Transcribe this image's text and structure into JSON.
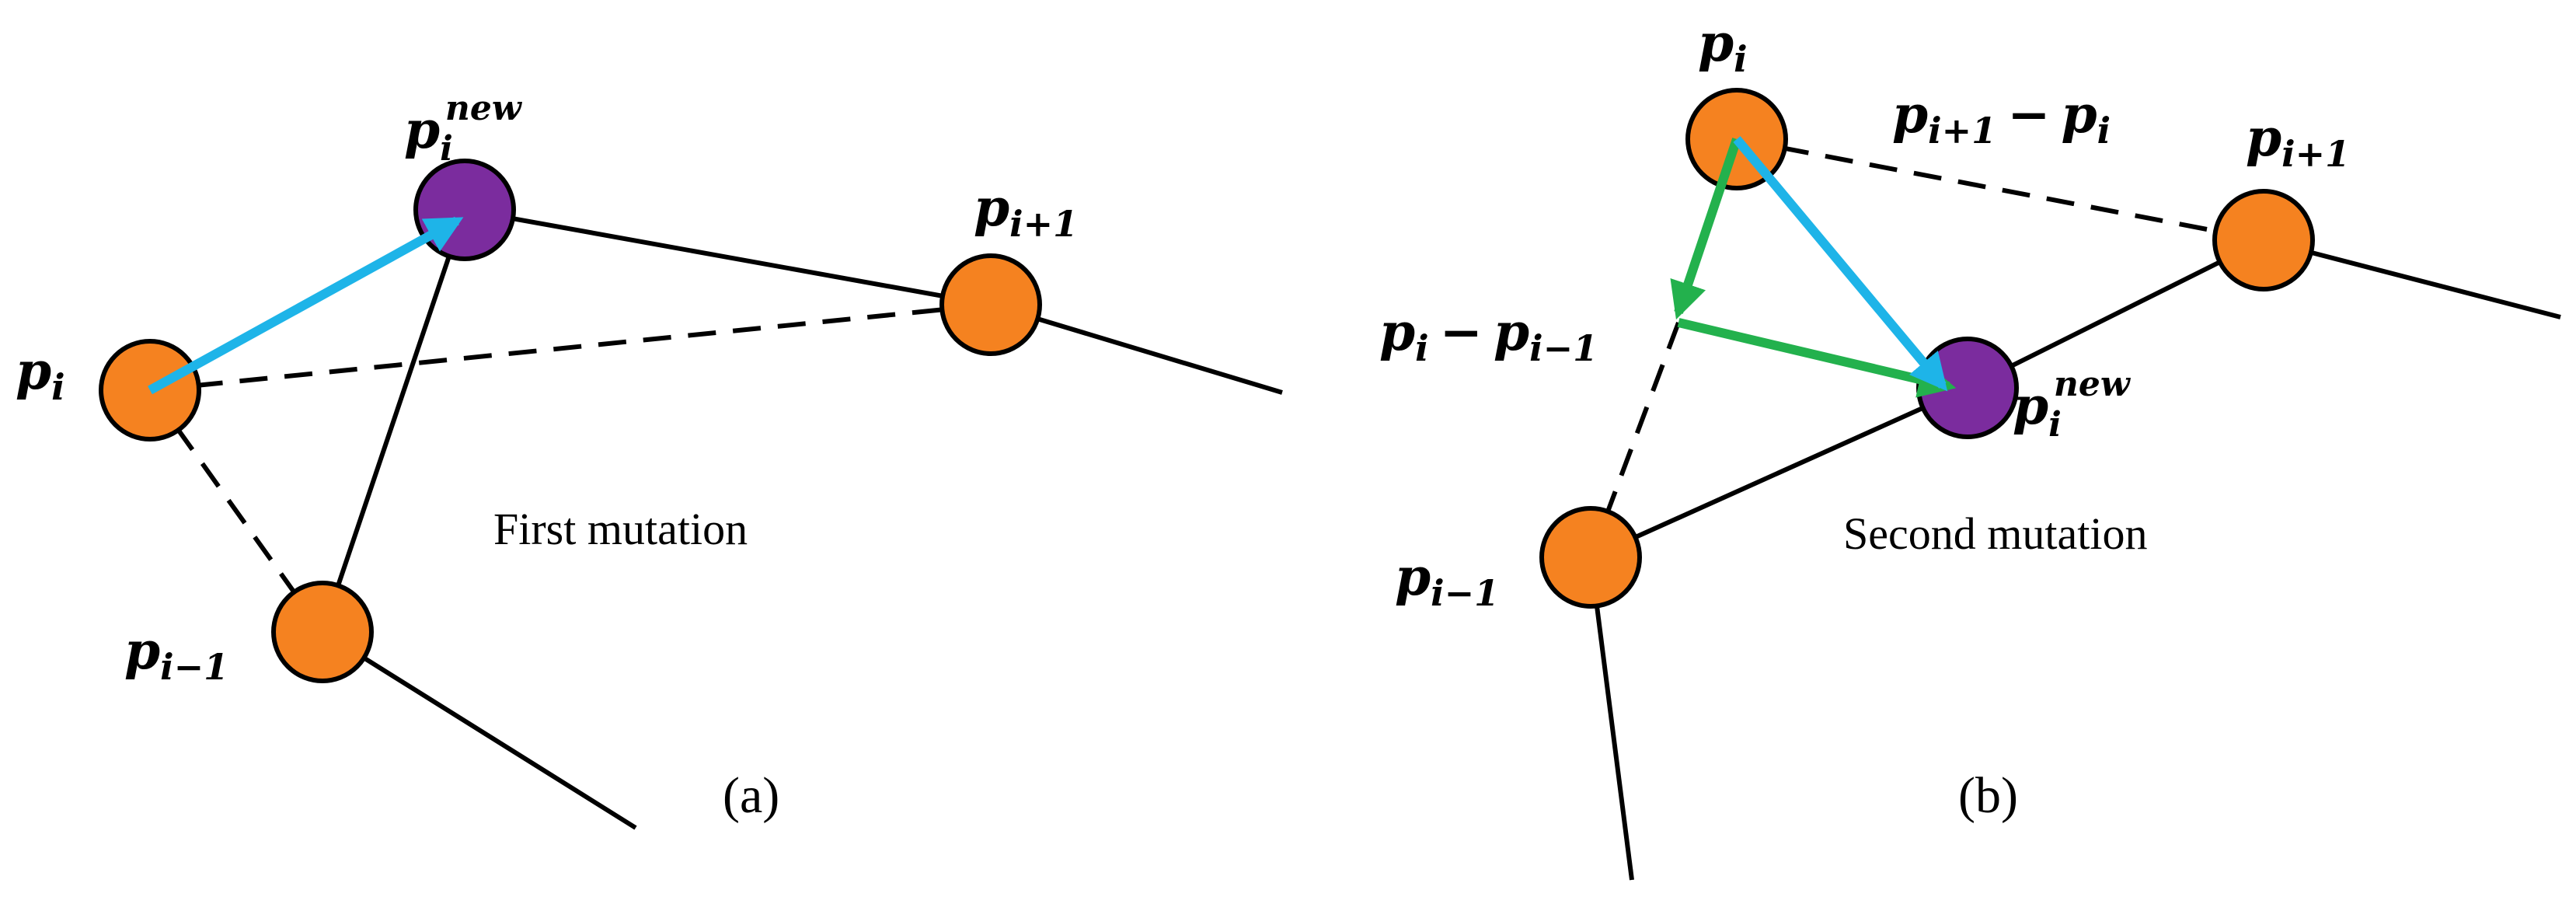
{
  "colors": {
    "point": "#F58220",
    "new_point": "#7B2C9E",
    "outline": "#000000",
    "blue_arrow": "#1EB4E8",
    "green_arrow": "#23B14D",
    "background": "#FFFFFF"
  },
  "panel_a": {
    "caption": "(a)",
    "title": "First mutation",
    "labels": {
      "p_i": "𝒑",
      "p_i_sub": "i",
      "p_new": "𝒑",
      "p_new_sub": "i",
      "p_new_sup": "new",
      "p_next": "𝒑",
      "p_next_sub": "i+1",
      "p_prev": "𝒑",
      "p_prev_sub": "i−1"
    }
  },
  "panel_b": {
    "caption": "(b)",
    "title": "Second mutation",
    "labels": {
      "p_i": "𝒑",
      "p_i_sub": "i",
      "p_next": "𝒑",
      "p_next_sub": "i+1",
      "p_new": "𝒑",
      "p_new_sub": "i",
      "p_new_sup": "new",
      "p_prev": "𝒑",
      "p_prev_sub": "i−1",
      "diff_next_a": "𝒑",
      "diff_next_a_sub": "i+1",
      "diff_next_op": "−",
      "diff_next_b": "𝒑",
      "diff_next_b_sub": "i",
      "diff_prev_a": "𝒑",
      "diff_prev_a_sub": "i",
      "diff_prev_op": "−",
      "diff_prev_b": "𝒑",
      "diff_prev_b_sub": "i−1"
    }
  }
}
